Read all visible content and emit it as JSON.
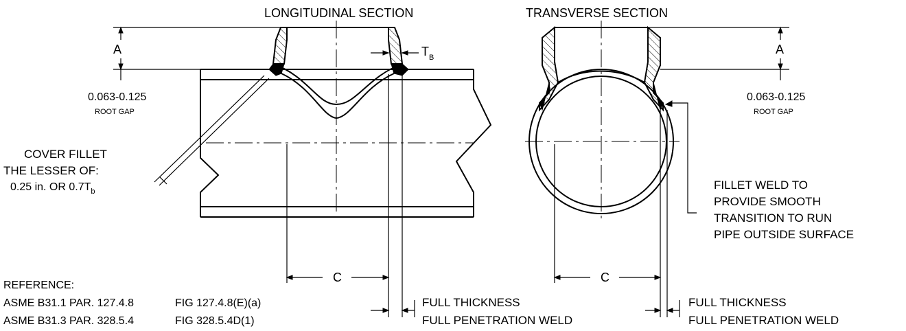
{
  "titles": {
    "longitudinal": "LONGITUDINAL SECTION",
    "transverse": "TRANSVERSE SECTION"
  },
  "dims": {
    "a_left": "A",
    "a_right": "A",
    "tb_main": "T",
    "tb_sub": "B",
    "c_left": "C",
    "c_right": "C"
  },
  "root_gap": {
    "value": "0.063-0.125",
    "label": "ROOT GAP"
  },
  "cover_fillet": {
    "line1": "COVER FILLET",
    "line2": "THE LESSER OF:",
    "line3_main": "0.25 in. OR 0.7T",
    "line3_sub": "b"
  },
  "fillet_weld": [
    "FILLET WELD TO",
    "PROVIDE SMOOTH",
    "TRANSITION TO RUN",
    "PIPE OUTSIDE SURFACE"
  ],
  "full_thickness": {
    "line1": "FULL THICKNESS",
    "line2": "FULL PENETRATION WELD"
  },
  "reference": {
    "header": "REFERENCE:",
    "rows": [
      {
        "code": "ASME B31.1 PAR. 127.4.8",
        "fig": "FIG 127.4.8(E)(a)"
      },
      {
        "code": "ASME B31.3 PAR. 328.5.4",
        "fig": "FIG 328.5.4D(1)"
      }
    ]
  }
}
